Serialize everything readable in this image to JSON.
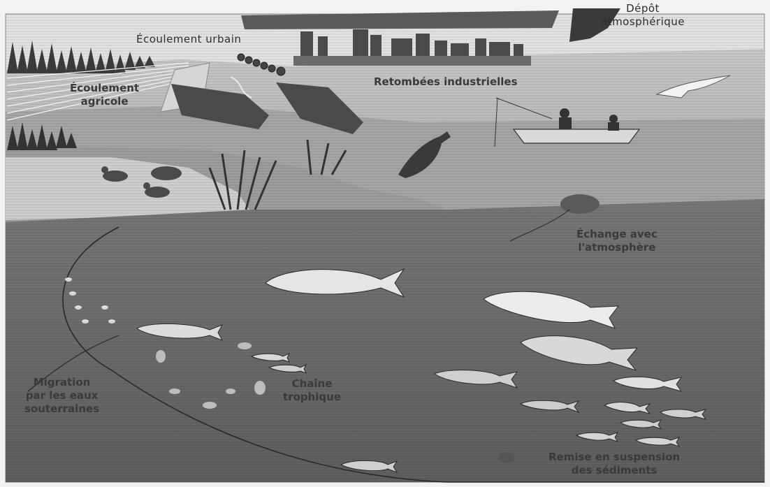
{
  "labels": {
    "urban_runoff": "Écoulement urbain",
    "atmospheric_deposition": [
      "Dépôt",
      "atmosphérique"
    ],
    "agricultural_runoff": [
      "Écoulement",
      "agricole"
    ],
    "industrial_fallout": "Retombées industrielles",
    "atmosphere_exchange": [
      "Échange avec",
      "l'atmosphère"
    ],
    "groundwater_migration": [
      "Migration",
      "par les eaux",
      "souterraines"
    ],
    "food_chain": [
      "Chaîne",
      "trophique"
    ],
    "sediment_resuspension": [
      "Remise en suspension",
      "des sédiments"
    ]
  },
  "palette": {
    "sky": "#ececec",
    "land": "#b9b9b9",
    "water": "#6e6e6e",
    "lakebed": "#8a8a8a",
    "trees": "#3c3c3c",
    "fish_light": "#e6e6e6",
    "fish_dark": "#b0b0b0",
    "outline": "#2a2a2a"
  }
}
